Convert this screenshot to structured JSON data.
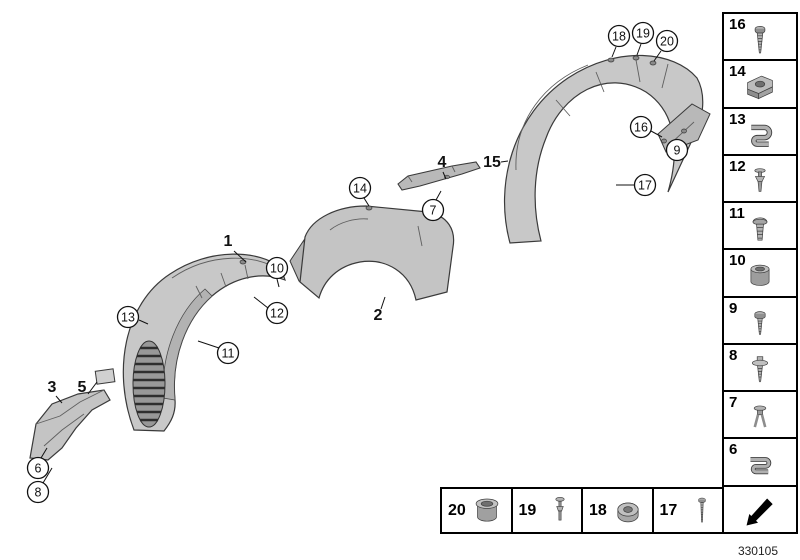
{
  "footer": {
    "part_number": "330105"
  },
  "parts": {
    "p1": "1",
    "p2": "2",
    "p3": "3",
    "p4": "4",
    "p5": "5",
    "p15": "15"
  },
  "callouts": {
    "c6": "6",
    "c7": "7",
    "c8": "8",
    "c9": "9",
    "c10": "10",
    "c11": "11",
    "c12": "12",
    "c13": "13",
    "c14": "14",
    "c16": "16",
    "c17": "17",
    "c18": "18",
    "c19": "19",
    "c20": "20"
  },
  "legend_right": [
    {
      "label": "16",
      "icon": "tapping-screw-icon"
    },
    {
      "label": "14",
      "icon": "cage-nut-icon"
    },
    {
      "label": "13",
      "icon": "spring-clip-icon"
    },
    {
      "label": "12",
      "icon": "expansion-rivet-icon"
    },
    {
      "label": "11",
      "icon": "plastic-nut-icon"
    },
    {
      "label": "10",
      "icon": "spacer-bush-icon"
    },
    {
      "label": "9",
      "icon": "screw-icon"
    },
    {
      "label": "8",
      "icon": "screw-washer-icon"
    },
    {
      "label": "7",
      "icon": "expanding-rivet-icon"
    },
    {
      "label": "6",
      "icon": "clamp-icon"
    }
  ],
  "legend_bottom": [
    {
      "label": "20",
      "icon": "grommet-icon"
    },
    {
      "label": "19",
      "icon": "rivet-icon"
    },
    {
      "label": "18",
      "icon": "grommet-nut-icon"
    },
    {
      "label": "17",
      "icon": "long-screw-icon"
    }
  ],
  "colors": {
    "part_fill": "#c8c8c8",
    "part_shadow": "#b2b2b2",
    "outline": "#3a3a3a",
    "callout_stroke": "#111111",
    "legend_border": "#000000"
  }
}
